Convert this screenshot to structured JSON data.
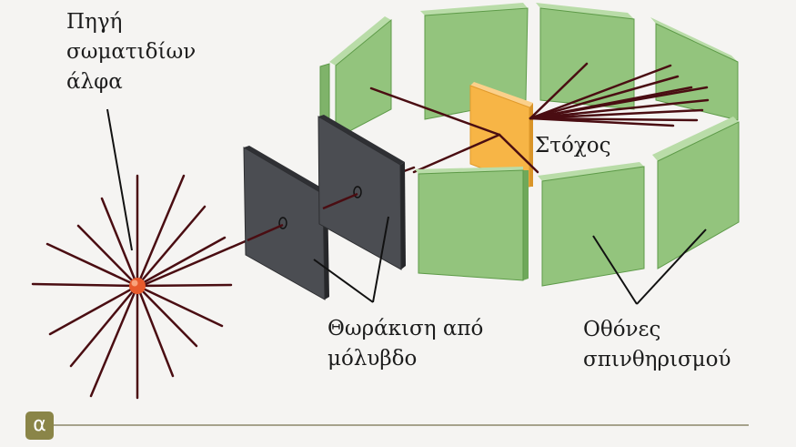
{
  "labels": {
    "source": [
      "Πηγή",
      "σωματιδίων",
      "άλφα"
    ],
    "target": "Στόχος",
    "shield": [
      "Θωράκιση από",
      "μόλυβδο"
    ],
    "screens": [
      "Οθόνες",
      "σπινθηρισμού"
    ]
  },
  "panel_label": "α",
  "colors": {
    "screen_fill": "#93c47d",
    "screen_edge": "#5d9a48",
    "lead_fill": "#4b4d52",
    "target_fill": "#f7b546",
    "ray": "#4a0d12",
    "source_dot": "#e85a2c",
    "badge": "#8a8548"
  }
}
